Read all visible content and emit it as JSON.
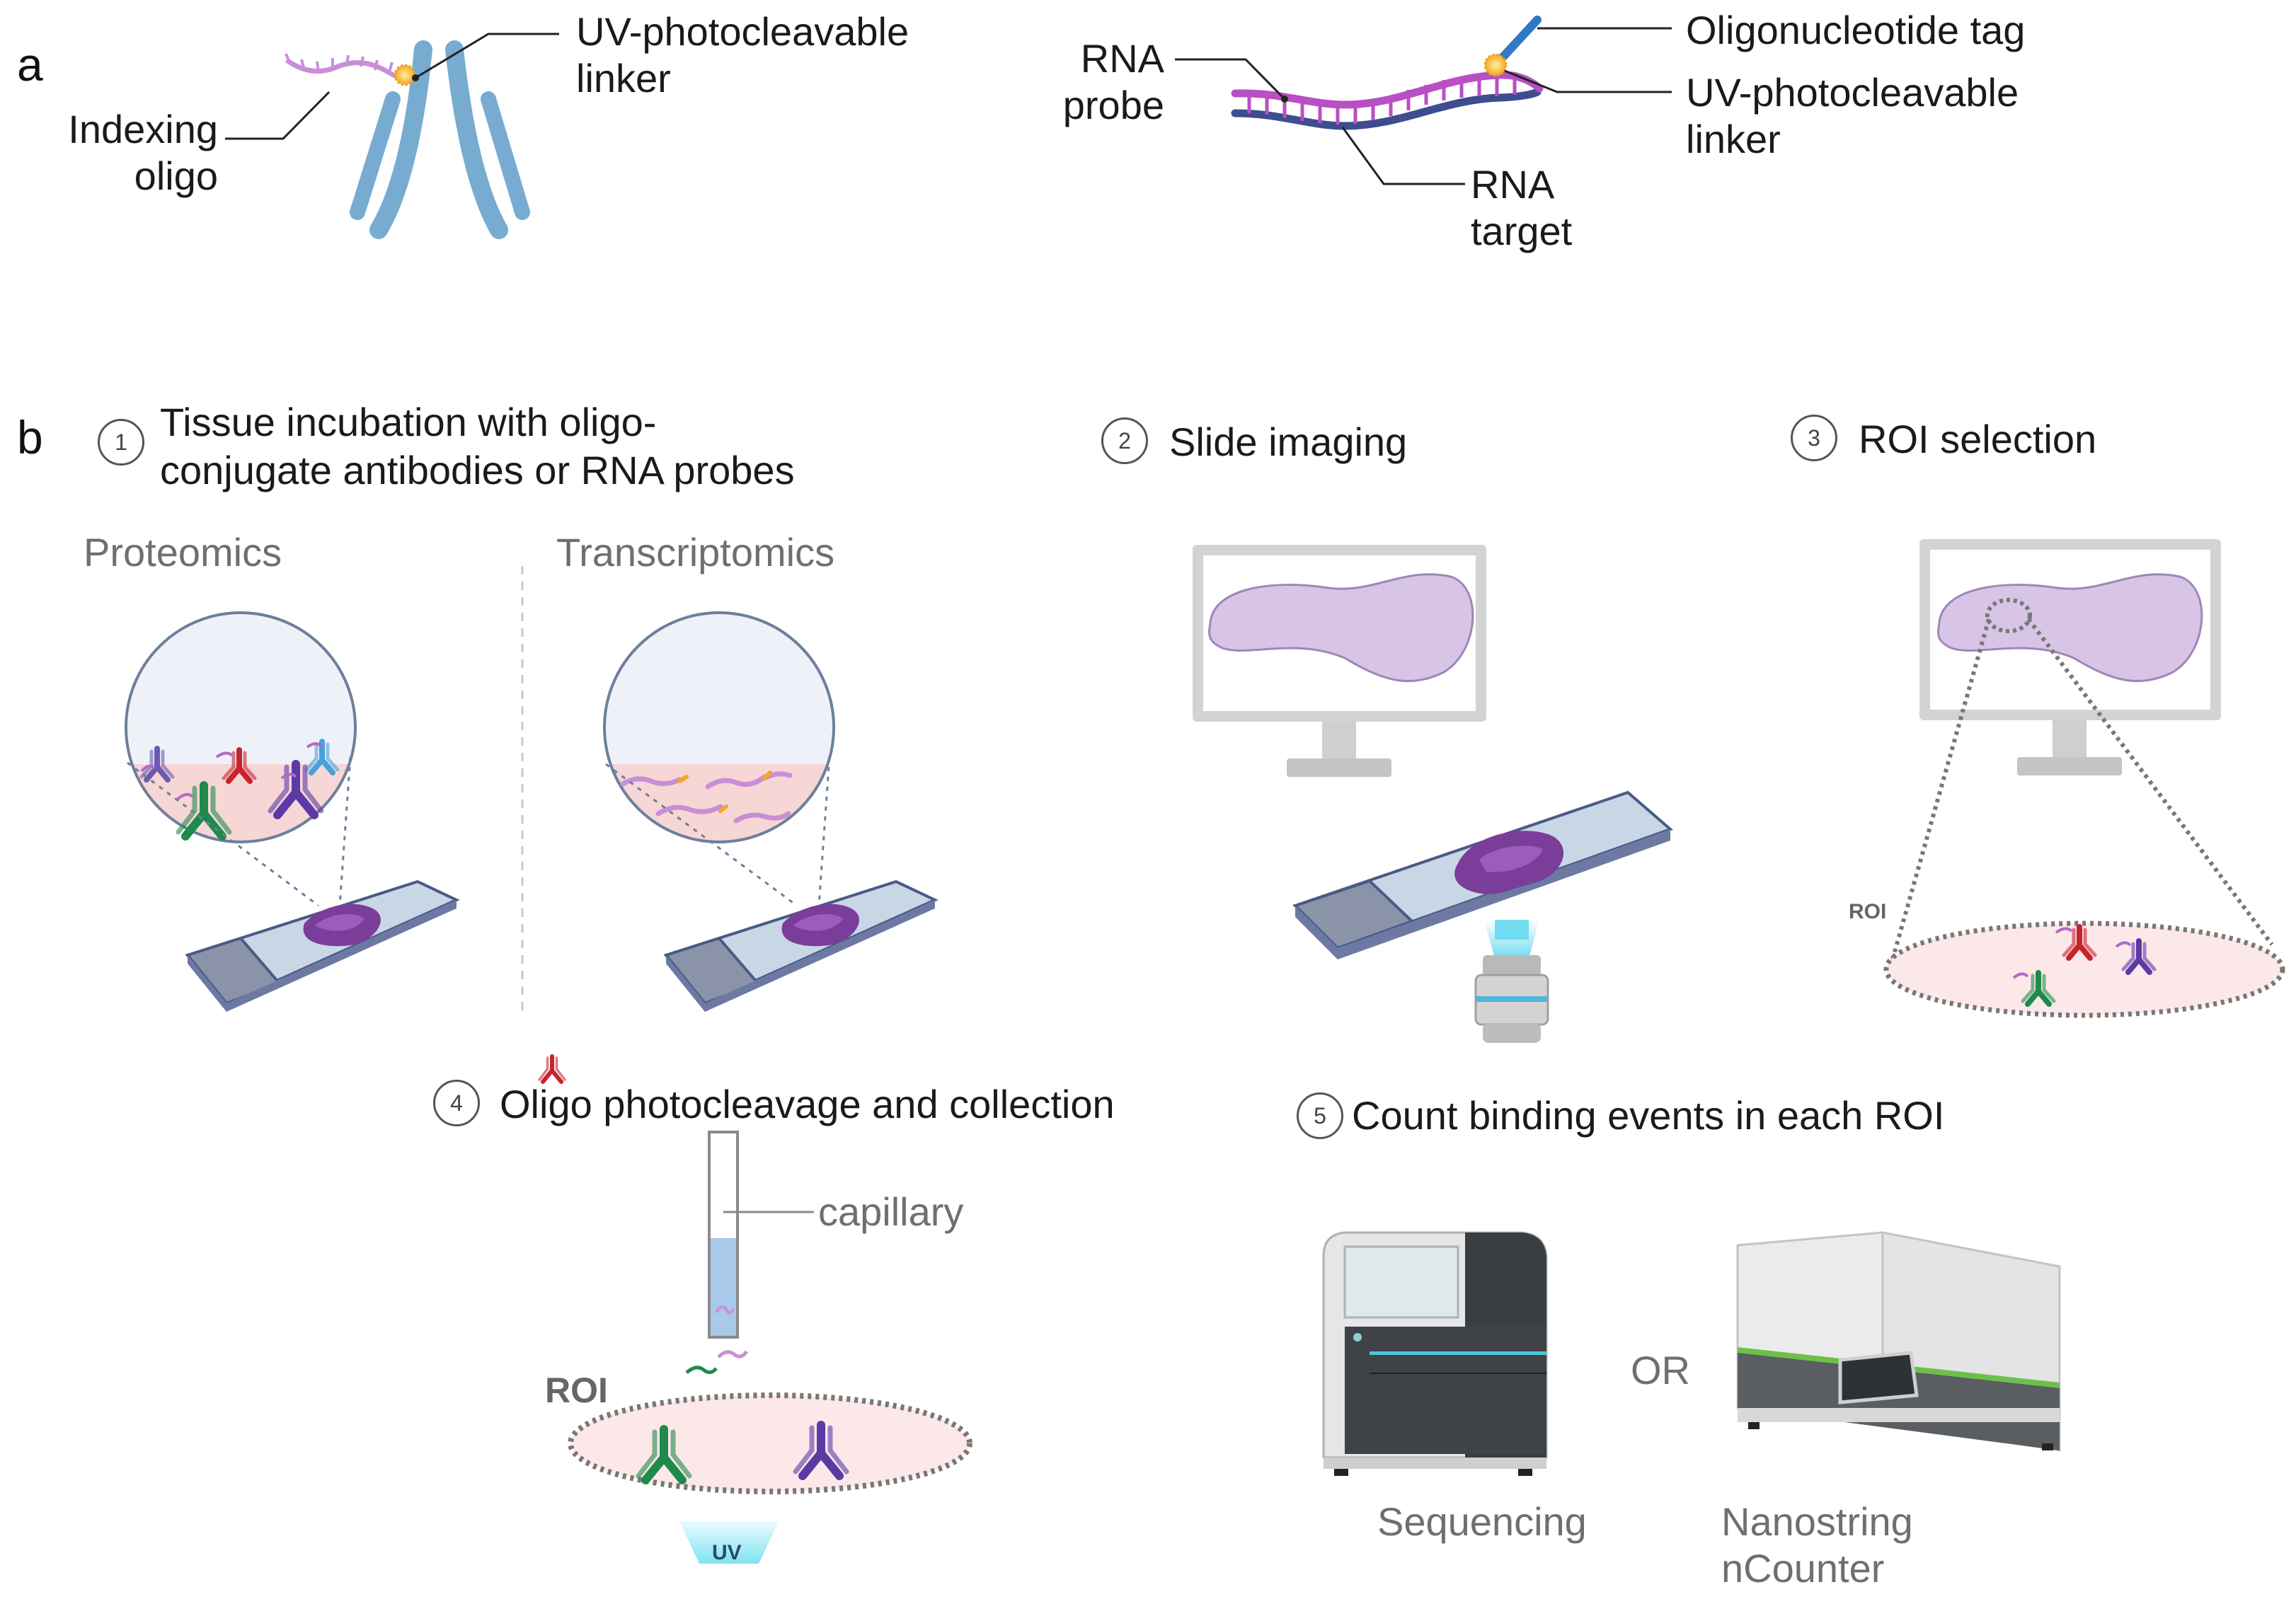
{
  "panels": {
    "a": "a",
    "b": "b"
  },
  "panel_a": {
    "antibody": {
      "linker_label": [
        "UV-photocleavable",
        "linker"
      ],
      "oligo_label": [
        "Indexing",
        "oligo"
      ]
    },
    "rna": {
      "probe_label": [
        "RNA",
        "probe"
      ],
      "tag_label": "Oligonucleotide tag",
      "linker_label": [
        "UV-photocleavable",
        "linker"
      ],
      "target_label": [
        "RNA",
        "target"
      ]
    }
  },
  "steps": [
    {
      "number": "1",
      "title": [
        "Tissue incubation with oligo-",
        "conjugate antibodies or  RNA probes"
      ]
    },
    {
      "number": "2",
      "title": [
        "Slide imaging"
      ]
    },
    {
      "number": "3",
      "title": [
        "ROI selection"
      ]
    },
    {
      "number": "4",
      "title": [
        "Oligo photocleavage and collection"
      ]
    },
    {
      "number": "5",
      "title": [
        "Count binding events in each ROI"
      ]
    }
  ],
  "step1": {
    "left_label": "Proteomics",
    "right_label": "Transcriptomics"
  },
  "step3": {
    "roi_label": "ROI"
  },
  "step4": {
    "capillary_label": "capillary",
    "roi_label": "ROI",
    "uv_label": "UV"
  },
  "step5": {
    "or_label": "OR",
    "sequencing_label": "Sequencing",
    "nanostring_label": [
      "Nanostring",
      "nCounter"
    ]
  },
  "colors": {
    "antibody_blue": "#77acd0",
    "oligo_pink": "#c98fd6",
    "probe_magenta": "#b94fc4",
    "target_navy": "#3d4d8f",
    "linker_orange": "#f5a623",
    "tissue_purple": "#7a3d99",
    "tissue_light": "#d8c4e6",
    "tissue_bg_pink": "#f7dcdc",
    "ab_red": "#c8232d",
    "ab_green": "#1e8a4c",
    "ab_purple": "#5b3aa6",
    "ab_lightblue": "#4aa0d8",
    "monitor_grey": "#cfcfcf",
    "uv_cyan": "#7fe3f0"
  }
}
